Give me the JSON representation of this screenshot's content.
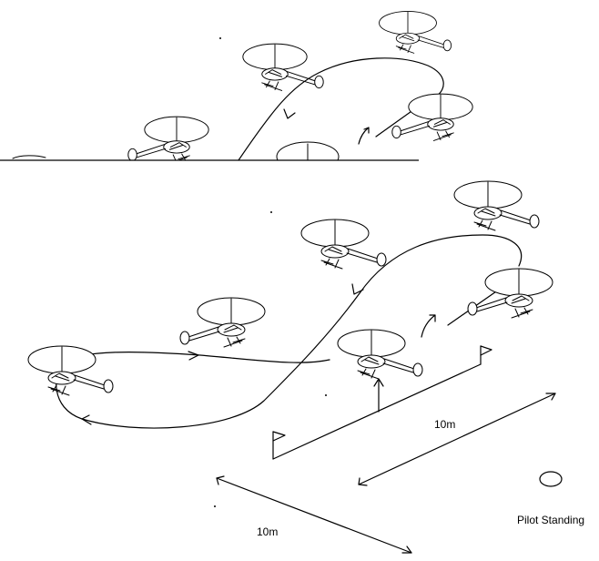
{
  "labels": {
    "dim_right": "10m",
    "dim_bottom": "10m",
    "pilot_standing": "Pilot Standing"
  },
  "icons": {
    "helicopter": "helicopter-icon",
    "flag": "flag-icon",
    "pilot_marker": "ellipse-marker"
  }
}
